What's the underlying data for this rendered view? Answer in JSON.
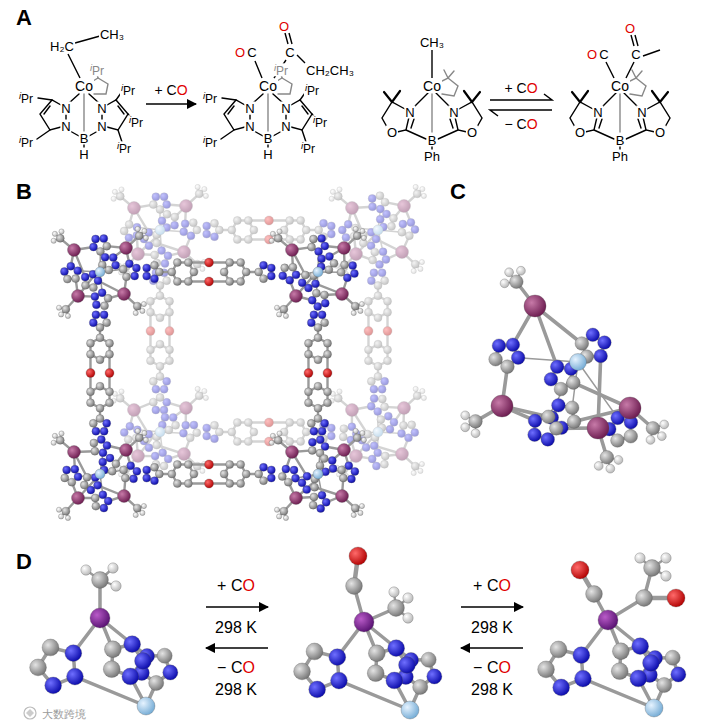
{
  "diagram": {
    "labels": [
      "A",
      "B",
      "C",
      "D",
      "H₂C",
      "CH₃",
      "Co",
      "iPr",
      "iPr",
      "iPr",
      "iPr",
      "iPr",
      "iPr",
      "N",
      "N",
      "N",
      "N",
      "B",
      "H",
      "+ CO",
      "O",
      "C",
      "O",
      "C",
      "CH₂CH₃",
      "Co",
      "iPr",
      "iPr",
      "iPr",
      "iPr",
      "iPr",
      "iPr",
      "N",
      "N",
      "N",
      "N",
      "B",
      "H",
      "CH₃",
      "Co",
      "N",
      "N",
      "O",
      "O",
      "B",
      "Ph",
      "+ CO",
      "− CO",
      "O",
      "C",
      "O",
      "C",
      "Co",
      "N",
      "N",
      "O",
      "O",
      "B",
      "Ph",
      "+ CO",
      "298 K",
      "− CO",
      "298 K",
      "+ CO",
      "298 K",
      "− CO",
      "298 K",
      "大数跨境"
    ]
  }
}
